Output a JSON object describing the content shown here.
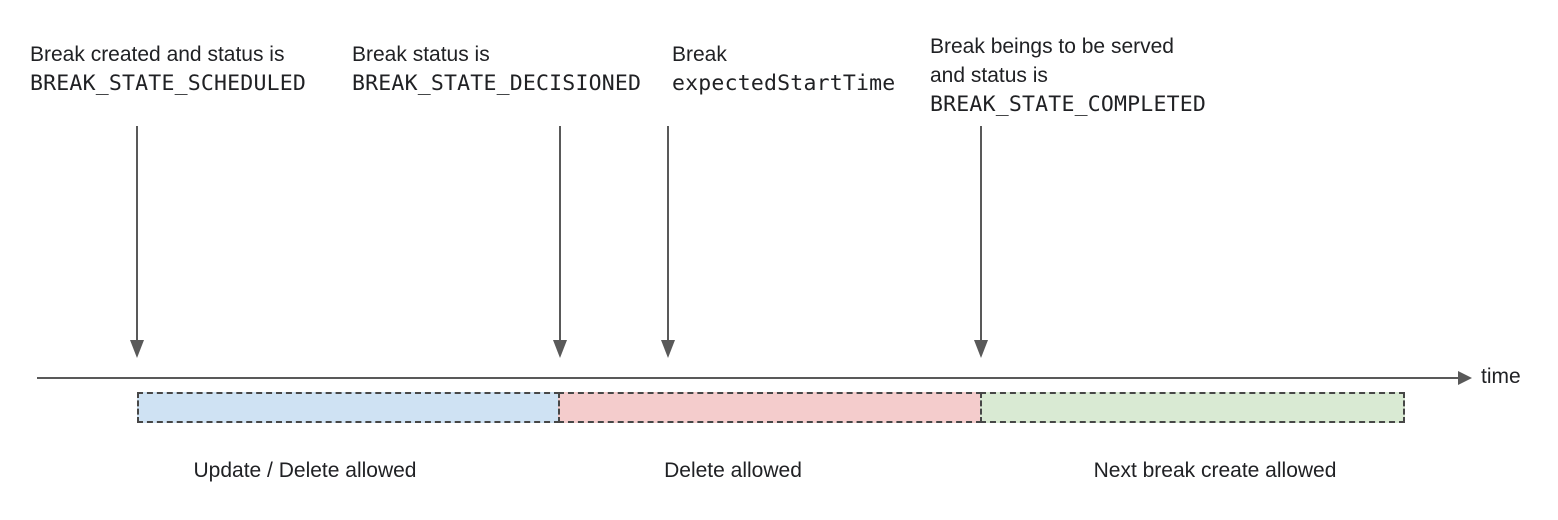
{
  "annotations": [
    {
      "lines": [
        {
          "text": "Break created and status is",
          "mono": false
        },
        {
          "text": "BREAK_STATE_SCHEDULED",
          "mono": true
        }
      ]
    },
    {
      "lines": [
        {
          "text": "Break status is",
          "mono": false
        },
        {
          "text": "BREAK_STATE_DECISIONED",
          "mono": true
        }
      ]
    },
    {
      "lines": [
        {
          "text": "Break",
          "mono": false
        },
        {
          "text": "expectedStartTime",
          "mono": true
        }
      ]
    },
    {
      "lines": [
        {
          "text": "Break beings to be served",
          "mono": false
        },
        {
          "text": "and status is",
          "mono": false
        },
        {
          "text": "BREAK_STATE_COMPLETED",
          "mono": true
        }
      ]
    }
  ],
  "timeline": {
    "axis_label": "time"
  },
  "segments": [
    {
      "label": "Update / Delete allowed",
      "color": "#cfe2f3"
    },
    {
      "label": "Delete allowed",
      "color": "#f4cccc"
    },
    {
      "label": "Next break create allowed",
      "color": "#d9ead3"
    }
  ],
  "colors": {
    "arrow": "#595959",
    "segment_border": "#474747",
    "text": "#202124"
  }
}
